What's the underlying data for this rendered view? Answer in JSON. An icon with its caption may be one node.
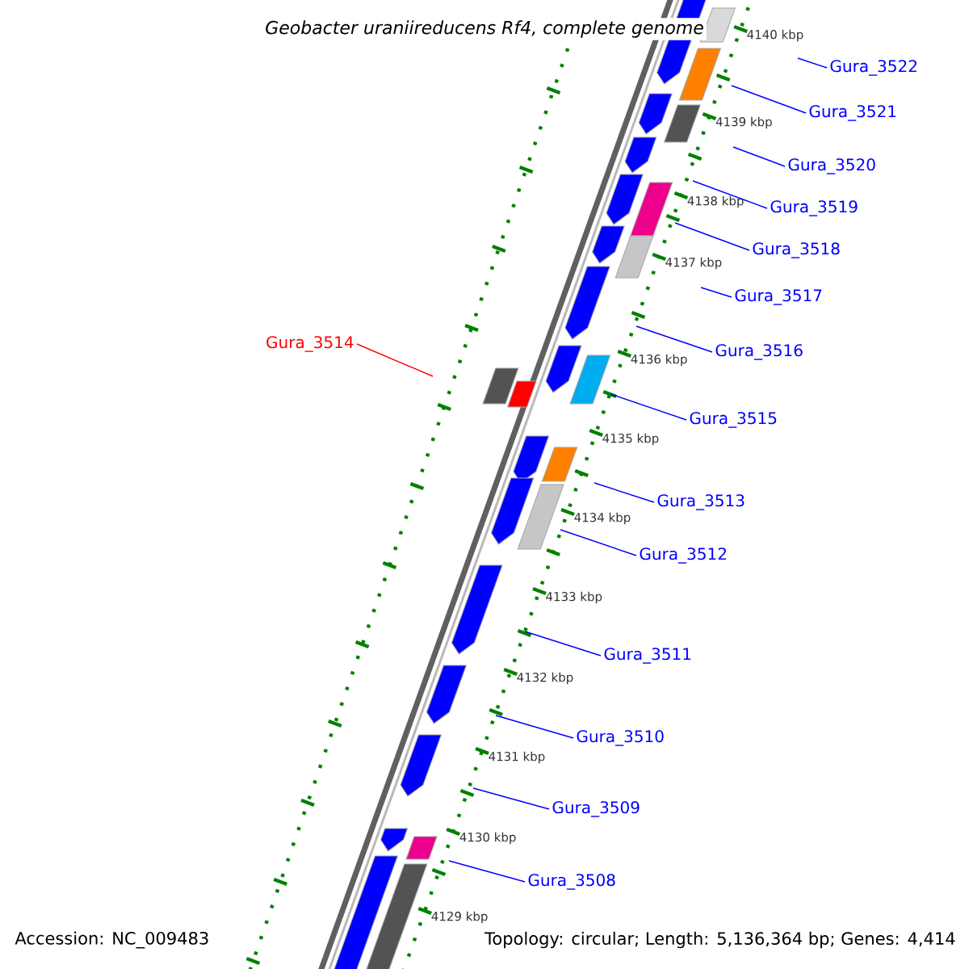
{
  "diagram": {
    "title": "Geobacter uraniireducens Rf4, complete genome",
    "nodes": [
      {
        "text": [
          "Gura_3522"
        ]
      },
      {
        "text": [
          "Gura_3521"
        ]
      },
      {
        "text": [
          "Gura_3520"
        ]
      },
      {
        "text": [
          "Gura_3519"
        ]
      },
      {
        "text": [
          "Gura_3518"
        ]
      },
      {
        "text": [
          "Gura_3517"
        ]
      },
      {
        "text": [
          "Gura_3516"
        ]
      },
      {
        "text": [
          "Gura_3514"
        ]
      },
      {
        "text": [
          "Gura_3515"
        ]
      },
      {
        "text": [
          "Gura_3513"
        ]
      },
      {
        "text": [
          "Gura_3512"
        ]
      },
      {
        "text": [
          "Gura_3511"
        ]
      },
      {
        "text": [
          "Gura_3510"
        ]
      },
      {
        "text": [
          "Gura_3509"
        ]
      },
      {
        "text": [
          "Gura_3508"
        ]
      }
    ],
    "edges": [
      {
        "from": 0,
        "to": null,
        "arrow": "none"
      },
      {
        "from": 1,
        "to": null,
        "arrow": "none"
      },
      {
        "from": 2,
        "to": null,
        "arrow": "none"
      },
      {
        "from": 3,
        "to": null,
        "arrow": "none"
      },
      {
        "from": 4,
        "to": null,
        "arrow": "none"
      },
      {
        "from": 5,
        "to": null,
        "arrow": "none"
      },
      {
        "from": 6,
        "to": null,
        "arrow": "none"
      },
      {
        "from": 7,
        "to": null,
        "arrow": "none",
        "color": "#ff0000"
      },
      {
        "from": 8,
        "to": null,
        "arrow": "none"
      },
      {
        "from": 9,
        "to": null,
        "arrow": "none"
      },
      {
        "from": 10,
        "to": null,
        "arrow": "none"
      },
      {
        "from": 11,
        "to": null,
        "arrow": "none"
      },
      {
        "from": 12,
        "to": null,
        "arrow": "none"
      },
      {
        "from": 13,
        "to": null,
        "arrow": "none"
      },
      {
        "from": 14,
        "to": null,
        "arrow": "none"
      }
    ],
    "labels": [
      "4140 kbp",
      "4139 kbp",
      "4138 kbp",
      "4137 kbp",
      "4136 kbp",
      "4135 kbp",
      "4134 kbp",
      "4133 kbp",
      "4132 kbp",
      "4131 kbp",
      "4130 kbp",
      "4129 kbp",
      "Accession: NC_009483",
      "Topology: circular; Length: 5,136,364 bp; Genes: 4,414"
    ]
  }
}
